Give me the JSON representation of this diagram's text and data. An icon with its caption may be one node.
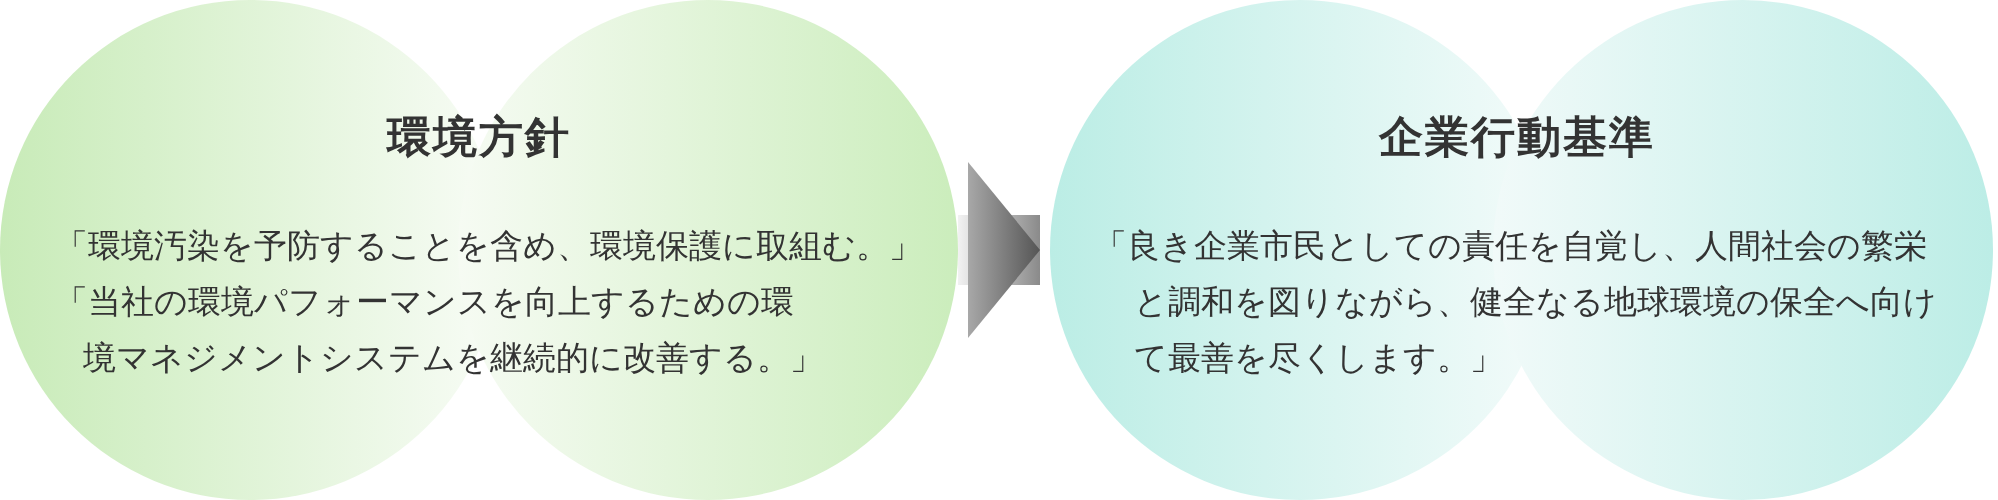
{
  "diagram": {
    "nodes": [
      {
        "text": [
          "環境方針",
          "「環境汚染を予防することを含め、環境保護に取組む。」",
          "「当社の環境パフォーマンスを向上するための環境マネジメントシステムを継続的に改善する。」"
        ]
      },
      {
        "text": [
          "企業行動基準",
          "「良き企業市民としての責任を自覚し、人間社会の繁栄と調和を図りながら、健全なる地球環境の保全へ向けて最善を尽くします。」"
        ]
      }
    ],
    "edges": [
      {
        "from": 0,
        "to": 1,
        "arrow": "to"
      }
    ]
  }
}
